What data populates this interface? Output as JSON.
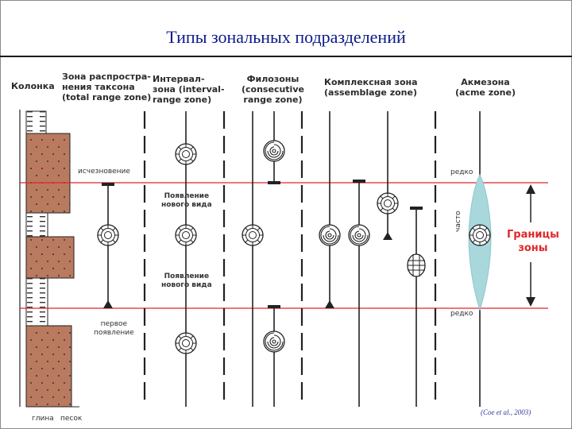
{
  "title": "Типы зональных подразделений",
  "headers": {
    "column": "Колонка",
    "total_range": "Зона распростра-\nнения таксона\n(total range zone)",
    "interval": "Интервал-\nзона (interval-\nrange zone)",
    "phylozone": "Филозоны\n(consecutive\nrange zone)",
    "assemblage": "Комплексная зона\n(assemblage zone)",
    "acme": "Акмезона\n(acme zone)"
  },
  "labels": {
    "extinction": "исчезновение",
    "first_appearance": "первое\nпоявление",
    "new_species_1": "Появление\nнового вида",
    "new_species_2": "Появление\nнового вида",
    "rare_top": "редко",
    "rare_bottom": "редко",
    "frequent": "часто",
    "zone_boundaries": "Границы\nзоны",
    "clay": "глина",
    "sand": "песок"
  },
  "citation": "(Coe et al., 2003)",
  "colors": {
    "title": "#0a1a8a",
    "boundary_line": "#e0262a",
    "sand": "#b97a5f",
    "acme_lens": "#a8d8dc",
    "line": "#222222"
  },
  "icons": [
    "ammonite-icon",
    "spiral-shell-icon",
    "trilobite-icon"
  ]
}
